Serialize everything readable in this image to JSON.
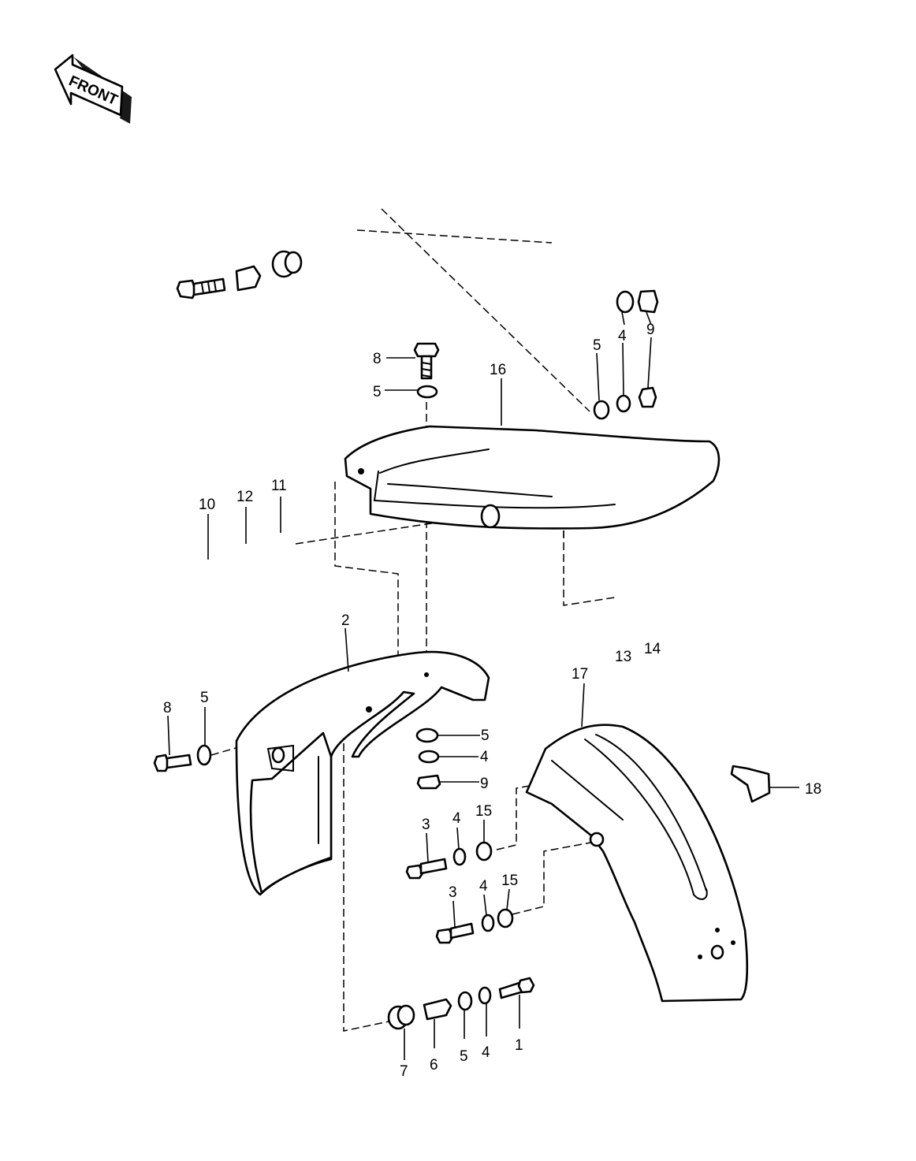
{
  "front_label": "FRONT",
  "callouts": {
    "c1": "1",
    "c2": "2",
    "c3a": "3",
    "c3b": "3",
    "c4a": "4",
    "c4b": "4",
    "c4c": "4",
    "c4d": "4",
    "c4e": "4",
    "c5a": "5",
    "c5b": "5",
    "c5c": "5",
    "c5d": "5",
    "c5e": "5",
    "c6": "6",
    "c7": "7",
    "c8a": "8",
    "c8b": "8",
    "c9a": "9",
    "c9b": "9",
    "c10": "10",
    "c11": "11",
    "c12": "12",
    "c13": "13",
    "c14": "14",
    "c15a": "15",
    "c15b": "15",
    "c16": "16",
    "c17": "17",
    "c18": "18"
  }
}
